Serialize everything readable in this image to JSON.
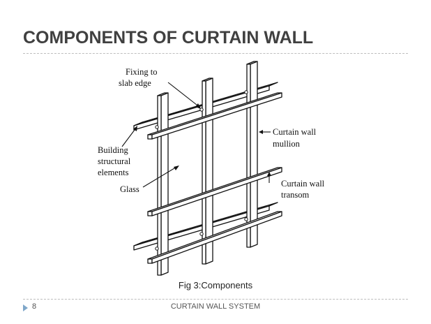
{
  "slide": {
    "title": "COMPONENTS OF CURTAIN WALL",
    "caption": "Fig 3:Components",
    "footer_text": "CURTAIN WALL SYSTEM",
    "slide_number": "8"
  },
  "diagram": {
    "labels": {
      "fixing_1": "Fixing to",
      "fixing_2": "slab edge",
      "building_1": "Building",
      "building_2": "structural",
      "building_3": "elements",
      "glass": "Glass",
      "mullion_1": "Curtain wall",
      "mullion_2": "mullion",
      "transom_1": "Curtain wall",
      "transom_2": "transom"
    }
  }
}
